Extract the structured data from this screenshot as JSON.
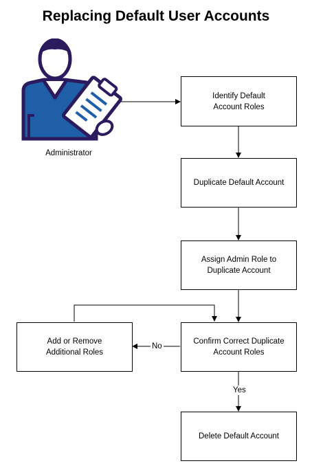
{
  "title": "Replacing Default User Accounts",
  "actor": {
    "label": "Administrator",
    "icon": "administrator-clipboard-icon",
    "colors": {
      "outline": "#2b1a5e",
      "fill": "#1f5fa8"
    }
  },
  "steps": [
    {
      "id": "identify",
      "label": "Identify Default\nAccount Roles"
    },
    {
      "id": "duplicate",
      "label": "Duplicate Default Account"
    },
    {
      "id": "assign",
      "label": "Assign Admin Role to\nDuplicate Account"
    },
    {
      "id": "confirm",
      "label": "Confirm Correct Duplicate\nAccount Roles"
    },
    {
      "id": "addremove",
      "label": "Add or Remove\nAdditional Roles"
    },
    {
      "id": "delete",
      "label": "Delete Default Account"
    }
  ],
  "edge_labels": {
    "no": "No",
    "yes": "Yes"
  }
}
